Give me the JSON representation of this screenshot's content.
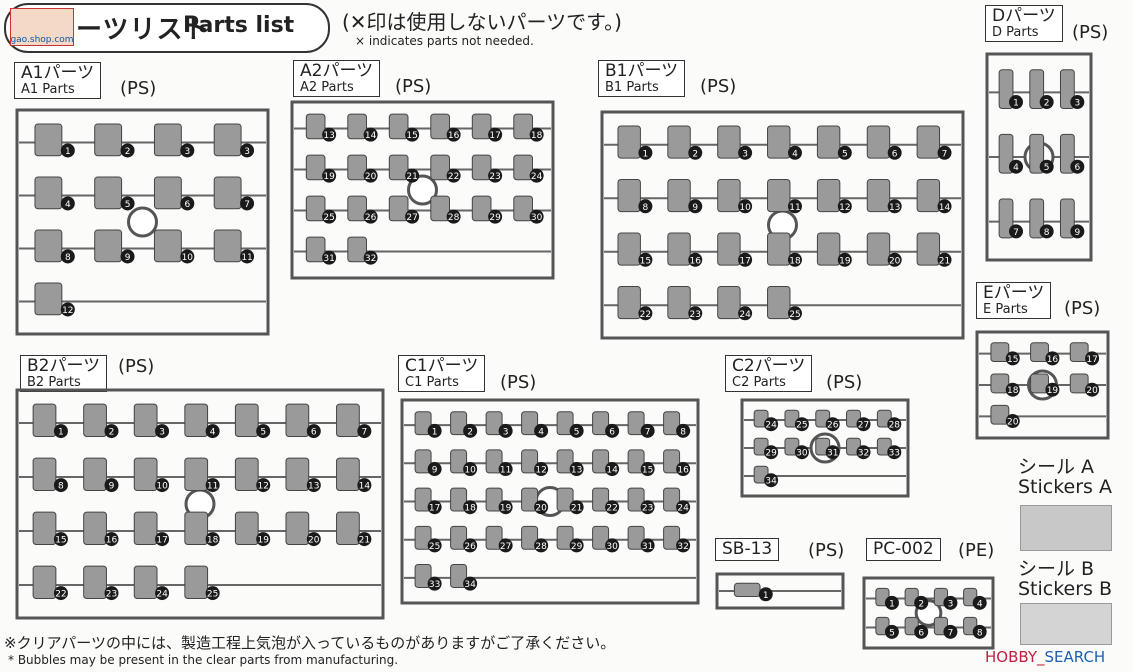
{
  "header": {
    "logo_text": "gao.shop.com",
    "title_jp": "ーツリスト",
    "title_en": "Parts list",
    "note_jp": "(✕印は使用しないパーツです。)",
    "note_en": "× indicates parts not needed."
  },
  "sprues": [
    {
      "id": "a1",
      "jp": "A1パーツ",
      "en": "A1 Parts",
      "material": "(PS)",
      "parts": [
        "1",
        "2",
        "3",
        "3",
        "4",
        "5",
        "6",
        "7",
        "8",
        "9",
        "10",
        "11",
        "12"
      ]
    },
    {
      "id": "a2",
      "jp": "A2パーツ",
      "en": "A2 Parts",
      "material": "(PS)",
      "parts": [
        "13",
        "14",
        "15",
        "16",
        "17",
        "18",
        "19",
        "20",
        "21",
        "22",
        "23",
        "24",
        "25",
        "26",
        "27",
        "28",
        "29",
        "30",
        "31",
        "32"
      ]
    },
    {
      "id": "b1",
      "jp": "B1パーツ",
      "en": "B1 Parts",
      "material": "(PS)",
      "parts": [
        "1",
        "2",
        "3",
        "4",
        "5",
        "6",
        "7",
        "8",
        "9",
        "10",
        "11",
        "12",
        "13",
        "14",
        "15",
        "16",
        "17",
        "18",
        "19",
        "20",
        "21",
        "22",
        "23",
        "24",
        "25"
      ]
    },
    {
      "id": "d",
      "jp": "Dパーツ",
      "en": "D Parts",
      "material": "(PS)",
      "parts": [
        "1",
        "2",
        "3",
        "4",
        "5",
        "6",
        "7",
        "8",
        "9"
      ]
    },
    {
      "id": "e",
      "jp": "Eパーツ",
      "en": "E Parts",
      "material": "(PS)",
      "parts": [
        "15",
        "16",
        "17",
        "18",
        "19",
        "20",
        "20"
      ]
    },
    {
      "id": "b2",
      "jp": "B2パーツ",
      "en": "B2 Parts",
      "material": "(PS)",
      "parts": [
        "1",
        "2",
        "3",
        "4",
        "5",
        "6",
        "7",
        "8",
        "9",
        "10",
        "11",
        "12",
        "13",
        "14",
        "15",
        "16",
        "17",
        "18",
        "19",
        "20",
        "21",
        "22",
        "23",
        "24",
        "25"
      ]
    },
    {
      "id": "c1",
      "jp": "C1パーツ",
      "en": "C1 Parts",
      "material": "(PS)",
      "parts": [
        "1",
        "2",
        "3",
        "4",
        "5",
        "6",
        "7",
        "8",
        "9",
        "10",
        "11",
        "12",
        "13",
        "14",
        "15",
        "16",
        "17",
        "18",
        "19",
        "20",
        "21",
        "22",
        "23",
        "24",
        "25",
        "26",
        "27",
        "28",
        "29",
        "30",
        "31",
        "32",
        "33",
        "34"
      ]
    },
    {
      "id": "c2",
      "jp": "C2パーツ",
      "en": "C2 Parts",
      "material": "(PS)",
      "parts": [
        "24",
        "25",
        "26",
        "27",
        "28",
        "29",
        "30",
        "31",
        "32",
        "33",
        "34"
      ]
    },
    {
      "id": "sb13",
      "jp": "SB-13",
      "en": "",
      "material": "(PS)",
      "parts": [
        "1"
      ]
    },
    {
      "id": "pc002",
      "jp": "PC-002",
      "en": "",
      "material": "(PE)",
      "parts": [
        "1",
        "2",
        "3",
        "4",
        "5",
        "6",
        "7",
        "8"
      ]
    }
  ],
  "stickers": {
    "a_jp": "シール A",
    "a_en": "Stickers A",
    "b_jp": "シール B",
    "b_en": "Stickers B"
  },
  "footer": {
    "jp": "※クリアパーツの中には、製造工程上気泡が入っているものがありますがご了承ください。",
    "en": "* Bubbles may be present in the clear parts from manufacturing."
  },
  "watermark": {
    "a": "HOBBY",
    "b": "SEARCH"
  }
}
